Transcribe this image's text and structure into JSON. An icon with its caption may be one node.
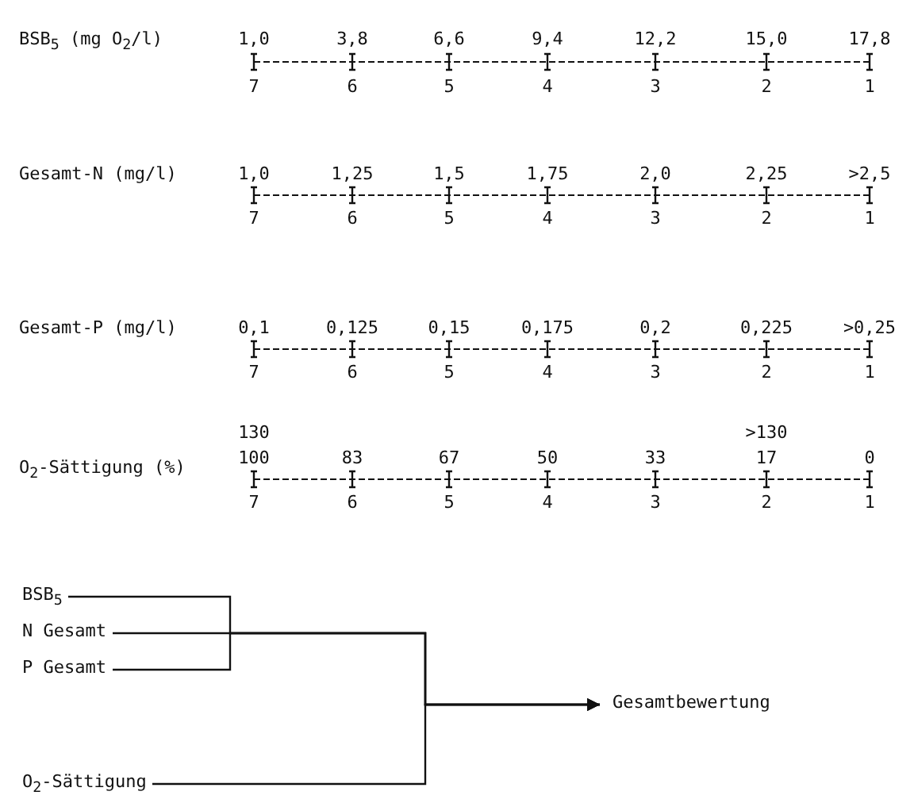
{
  "diagram": {
    "nodes": [
      {
        "text": [
          "BSB$_{5}$"
        ]
      },
      {
        "text": [
          "N Gesamt"
        ]
      },
      {
        "text": [
          "P Gesamt"
        ]
      },
      {
        "text": [
          "O$_{2}$-Sättigung"
        ]
      },
      {
        "text": [
          "Gesamtbewertung"
        ]
      }
    ],
    "edges": [
      {
        "from": 0,
        "to": 4,
        "arrow": "to"
      },
      {
        "from": 1,
        "to": 4,
        "arrow": "to"
      },
      {
        "from": 2,
        "to": 4,
        "arrow": "to"
      },
      {
        "from": 3,
        "to": 4,
        "arrow": "to"
      }
    ],
    "labels": [
      "BSB$_{5}$ (mg O$_{2}$/l)",
      "1,0",
      "3,8",
      "6,6",
      "9,4",
      "12,2",
      "15,0",
      "17,8",
      "7",
      "6",
      "5",
      "4",
      "3",
      "2",
      "1",
      "Gesamt-N (mg/l)",
      "1,0",
      "1,25",
      "1,5",
      "1,75",
      "2,0",
      "2,25",
      ">2,5",
      "7",
      "6",
      "5",
      "4",
      "3",
      "2",
      "1",
      "Gesamt-P (mg/l)",
      "0,1",
      "0,125",
      "0,15",
      "0,175",
      "0,2",
      "0,225",
      ">0,25",
      "7",
      "6",
      "5",
      "4",
      "3",
      "2",
      "1",
      "130",
      ">130",
      "O$_{2}$-Sättigung (%)",
      "100",
      "83",
      "67",
      "50",
      "33",
      "17",
      "0",
      "7",
      "6",
      "5",
      "4",
      "3",
      "2",
      "1"
    ]
  }
}
